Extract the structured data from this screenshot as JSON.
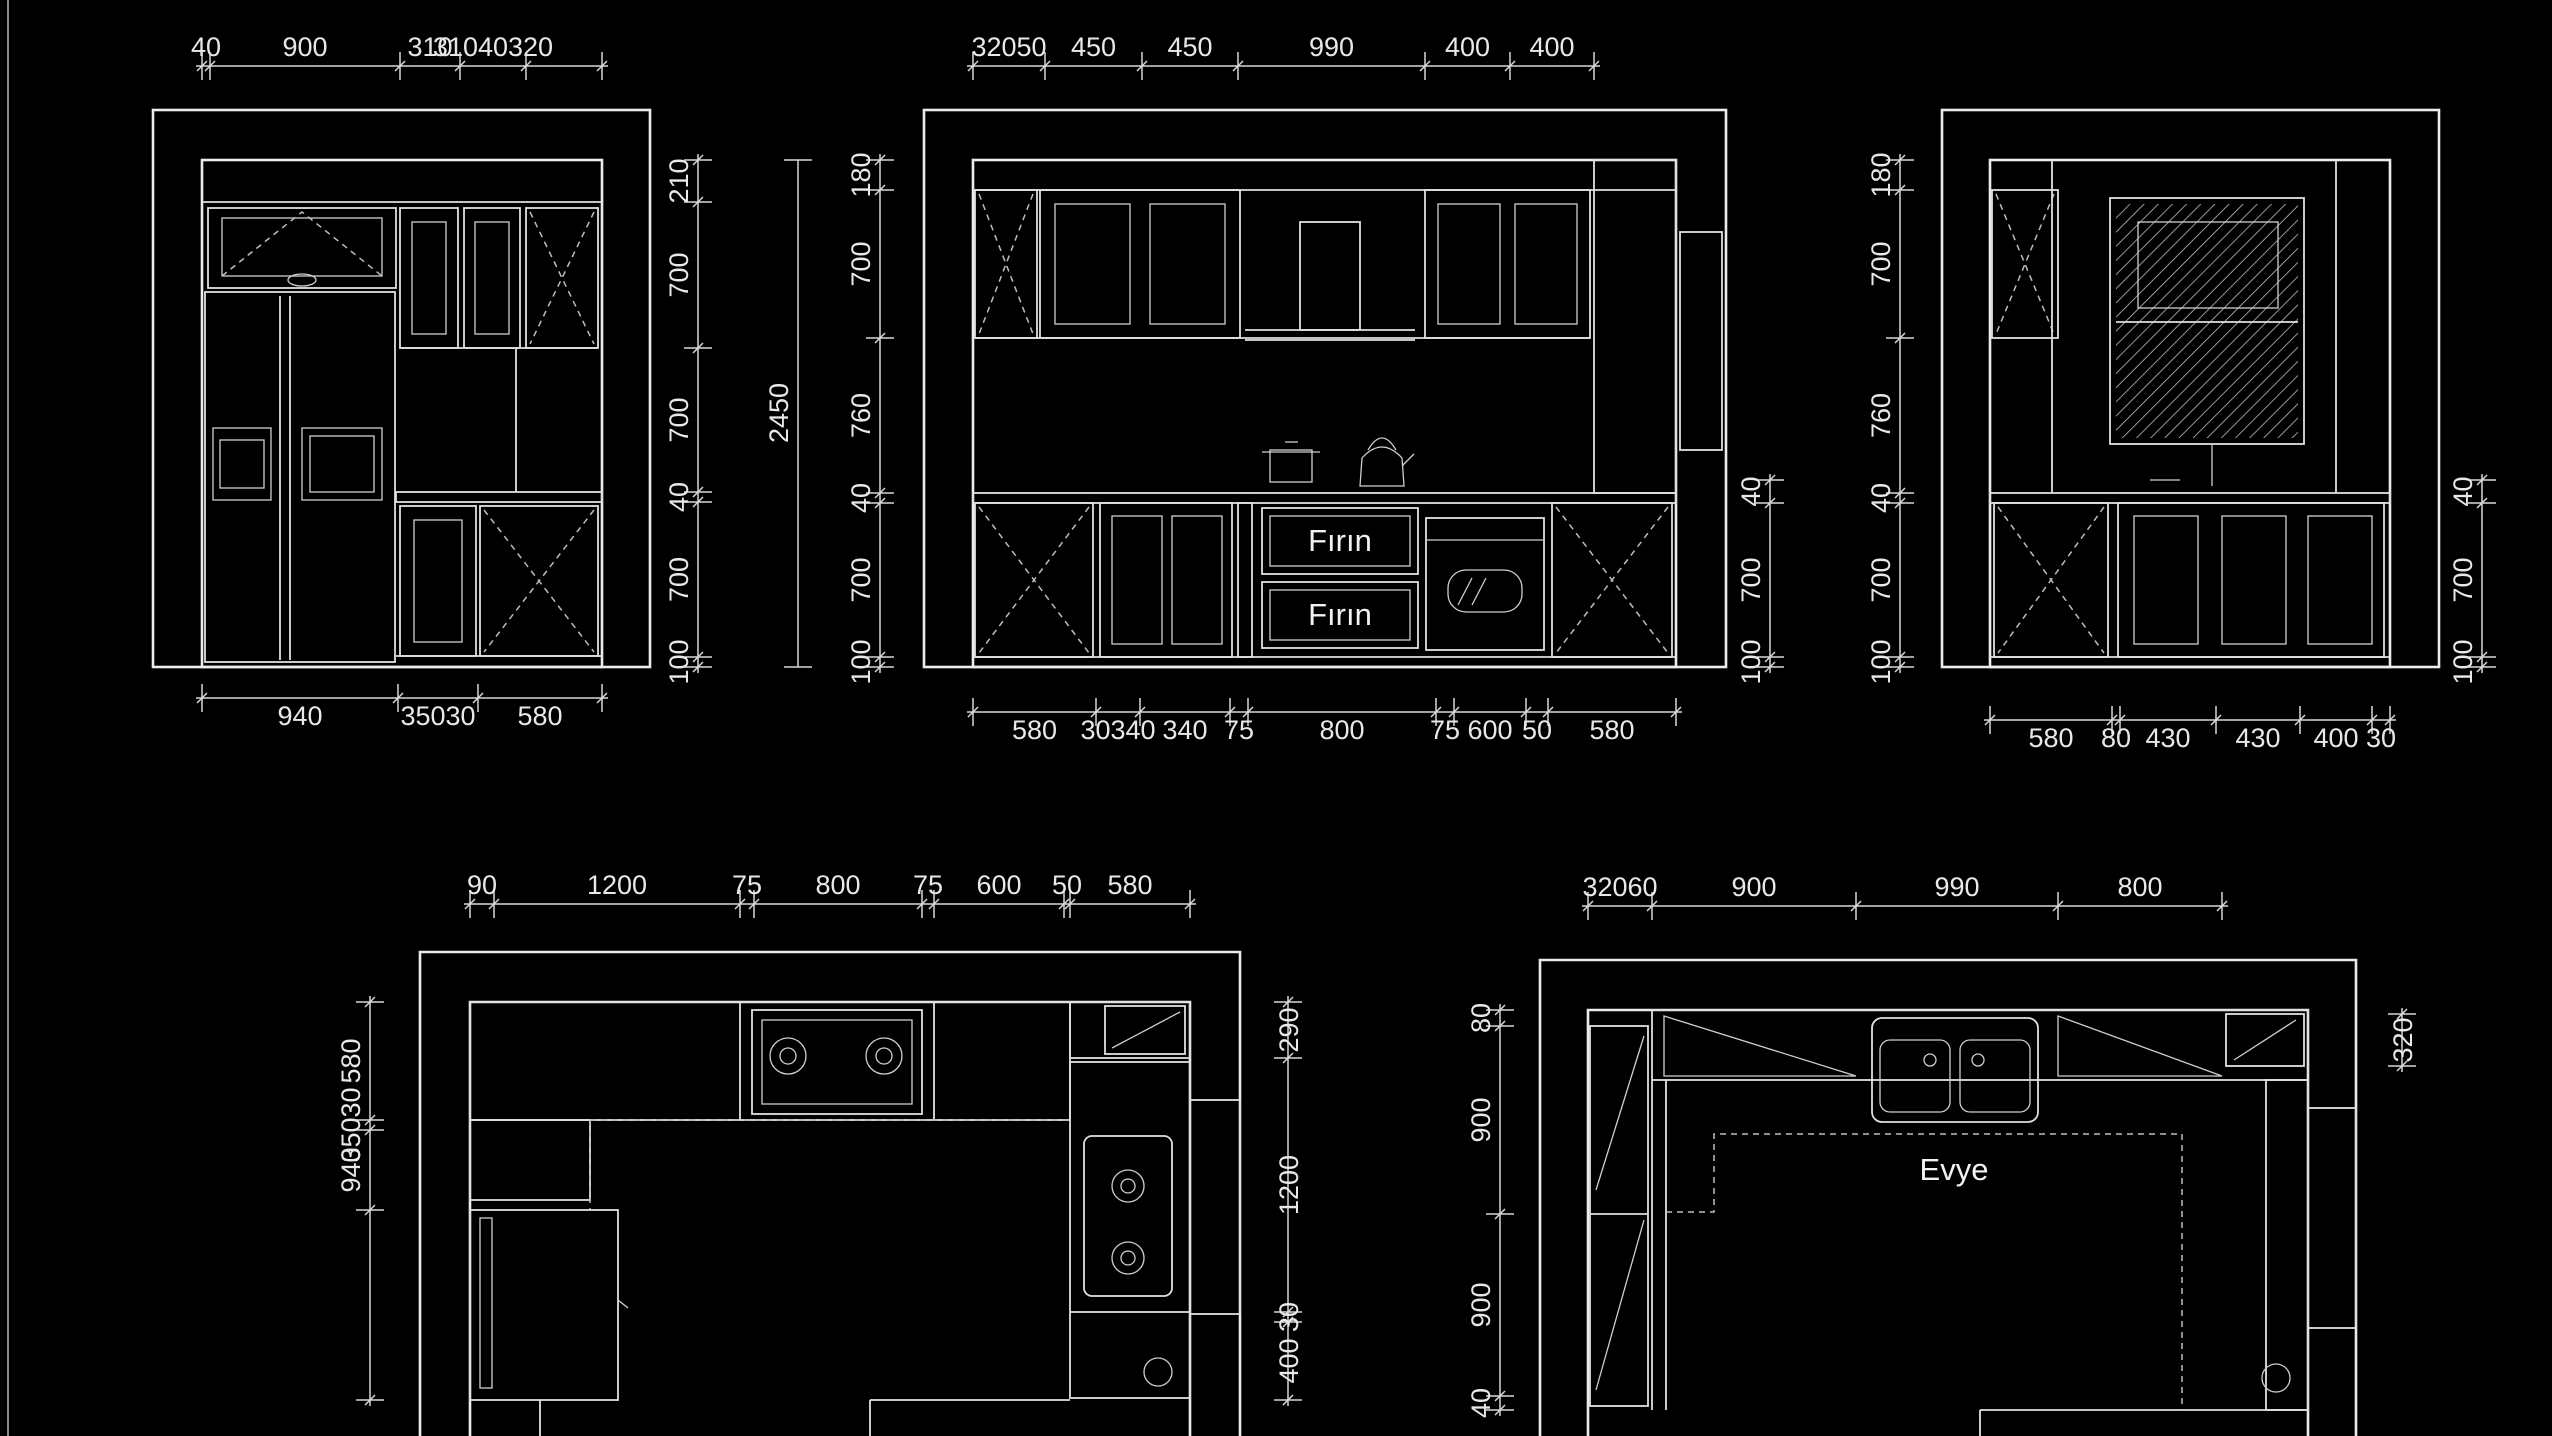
{
  "drawing": {
    "labels": {
      "oven": "Fırın",
      "room": "Evye"
    },
    "dims": {
      "e1_top": [
        "40",
        "900",
        "310",
        "31040320"
      ],
      "e1_bottom": [
        "940",
        "35030",
        "580"
      ],
      "e1_right": [
        "210",
        "700",
        "700",
        "40",
        "700",
        "100"
      ],
      "e2_top": [
        "32050",
        "450",
        "450",
        "990",
        "400",
        "400"
      ],
      "e2_left_total": "2450",
      "e2_left": [
        "180",
        "700",
        "760",
        "40",
        "700",
        "100"
      ],
      "e2_bottom": [
        "580",
        "30340",
        "340",
        "75",
        "800",
        "75",
        "600",
        "50",
        "580"
      ],
      "e2_right": [
        "40",
        "700",
        "100"
      ],
      "e3_left": [
        "180",
        "700",
        "760",
        "40",
        "700",
        "100"
      ],
      "e3_bottom": [
        "580",
        "80",
        "430",
        "430",
        "400",
        "30"
      ],
      "e3_right": [
        "40",
        "700",
        "100"
      ],
      "p1_top": [
        "90",
        "1200",
        "75",
        "800",
        "75",
        "600",
        "50",
        "580"
      ],
      "p1_left": [
        "580",
        "35030",
        "940"
      ],
      "p1_right": [
        "290",
        "1200",
        "30",
        "400"
      ],
      "p2_top": [
        "32060",
        "900",
        "990",
        "800"
      ],
      "p2_left": [
        "80",
        "900",
        "900",
        "40"
      ],
      "p2_right": [
        "320"
      ]
    }
  }
}
